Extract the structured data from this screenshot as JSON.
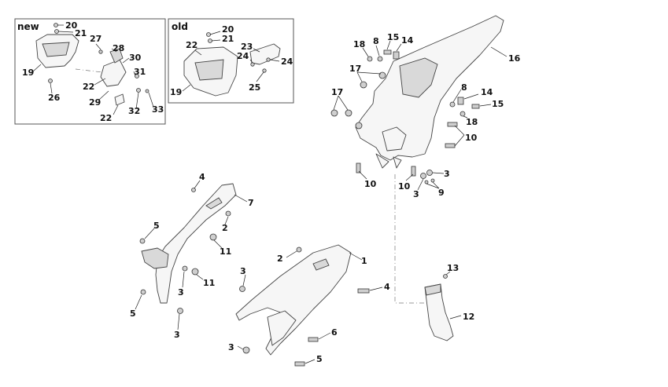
{
  "insets": {
    "new": {
      "title": "new"
    },
    "old": {
      "title": "old"
    }
  },
  "callouts": {
    "n20": "20",
    "n21": "21",
    "n27": "27",
    "n28": "28",
    "n30": "30",
    "n31": "31",
    "n19": "19",
    "n26": "26",
    "n22a": "22",
    "n29": "29",
    "n22b": "22",
    "n32": "32",
    "n33": "33",
    "o20": "20",
    "o21": "21",
    "o22": "22",
    "o23": "23",
    "o24a": "24",
    "o24b": "24",
    "o25": "25",
    "o19": "19",
    "m18a": "18",
    "m8a": "8",
    "m15a": "15",
    "m14a": "14",
    "m16": "16",
    "m17a": "17",
    "m17b": "17",
    "m8b": "8",
    "m14b": "14",
    "m15b": "15",
    "m18b": "18",
    "m10a": "10",
    "m10b": "10",
    "m10c": "10",
    "m3a": "3",
    "m3b": "3",
    "m9": "9",
    "p4a": "4",
    "p7": "7",
    "p5a": "5",
    "p2a": "2",
    "p11a": "11",
    "p11b": "11",
    "p3a": "3",
    "p5b": "5",
    "p3b": "3",
    "q2": "2",
    "q1": "1",
    "q3a": "3",
    "q4": "4",
    "q6": "6",
    "q3b": "3",
    "q5": "5",
    "r13": "13",
    "r12": "12"
  }
}
